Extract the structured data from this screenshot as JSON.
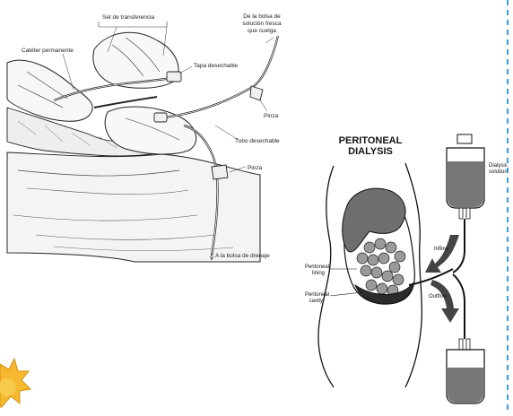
{
  "left_illustration": {
    "labels": {
      "transfer_set": "Set de transferencia",
      "fresh_solution_bag": [
        "De la bolsa de",
        "solución fresca",
        "que cuelga"
      ],
      "permanent_catheter": "Catéter permanente",
      "disposable_cap": "Tapa desechable",
      "clamp_upper": "Pinza",
      "disposable_tube": "Tubo desechable",
      "clamp_lower": "Pinza",
      "to_drain_bag": "A la bolsa de drenaje"
    }
  },
  "right_diagram": {
    "title_lines": [
      "PERITONEAL",
      "DIALYSIS"
    ],
    "labels": {
      "dialysis_solution": [
        "Dialysis",
        "solution"
      ],
      "inflow": "Inflow",
      "outflow": "Outflow",
      "peritoneal_lining": [
        "Peritoneal",
        "lining"
      ],
      "peritoneal_cavity": [
        "Peritoneal",
        "cavity"
      ]
    }
  },
  "colors": {
    "divider": "#2a8fd8",
    "fluid": "#777777",
    "dark_fluid": "#2b2b2b",
    "sun": "#f5b82e"
  }
}
